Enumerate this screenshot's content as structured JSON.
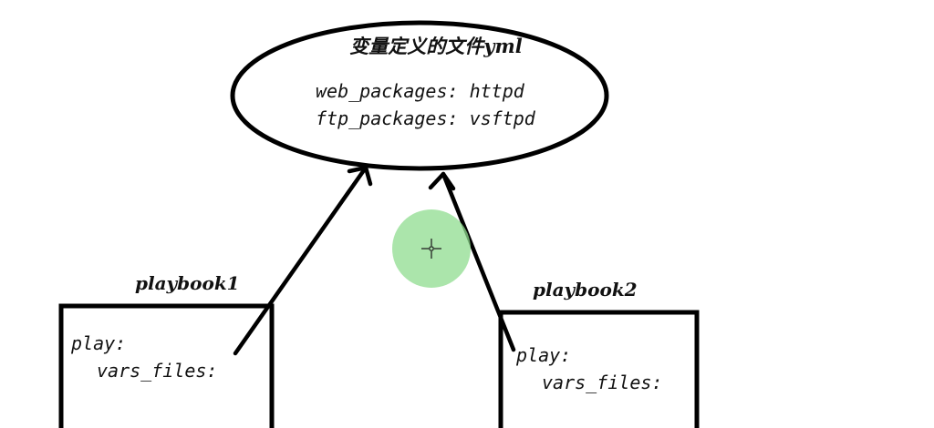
{
  "variables_file": {
    "title": "变量定义的文件yml",
    "lines": [
      "web_packages: httpd",
      "ftp_packages: vsftpd"
    ]
  },
  "playbooks": [
    {
      "label": "playbook1",
      "lines": [
        "play:",
        "vars_files:"
      ]
    },
    {
      "label": "playbook2",
      "lines": [
        "play:",
        "vars_files:"
      ]
    }
  ],
  "colors": {
    "stroke": "#000000",
    "cursor_highlight": "#8fdc8f"
  },
  "icons": {
    "cursor": "crosshair-cursor-icon"
  }
}
